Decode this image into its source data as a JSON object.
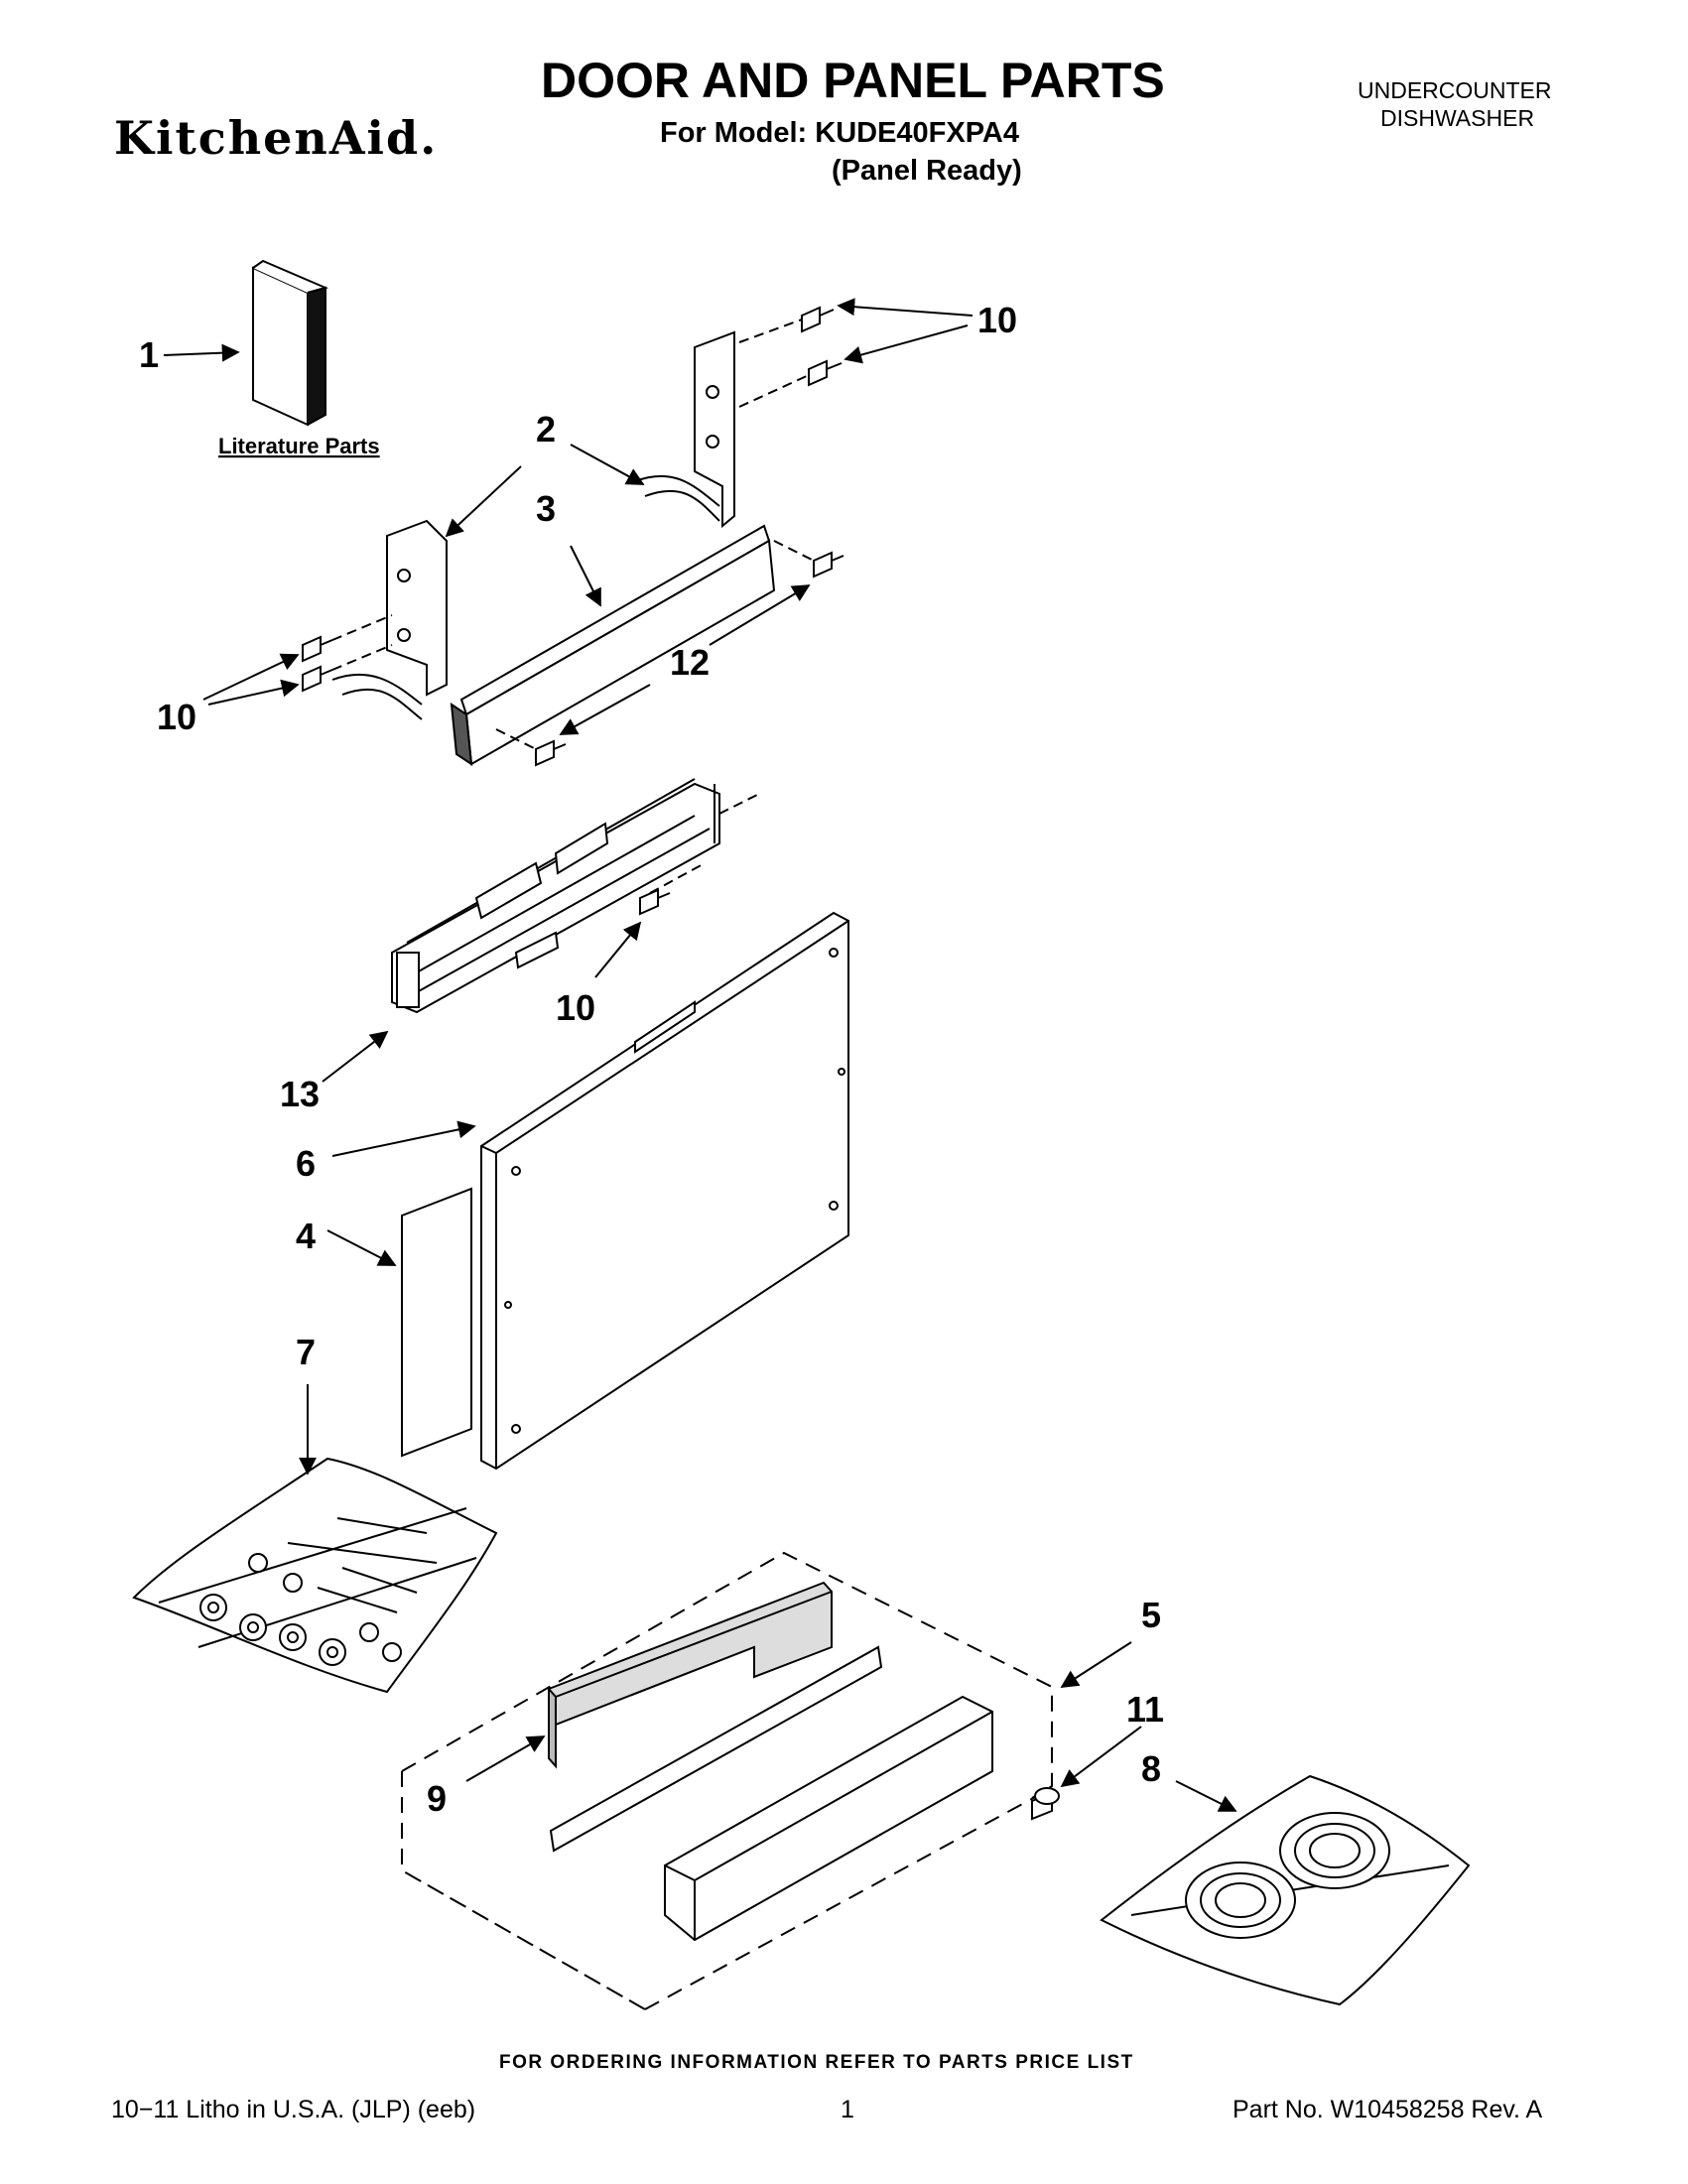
{
  "header": {
    "brand": "KitchenAid.",
    "title": "DOOR AND PANEL PARTS",
    "model_line": "For Model: KUDE40FXPA4",
    "panel_line": "(Panel Ready)",
    "product_line1": "UNDERCOUNTER",
    "product_line2": "DISHWASHER"
  },
  "diagram": {
    "literature_label": "Literature Parts",
    "callouts": {
      "c1": "1",
      "c2": "2",
      "c3": "3",
      "c4": "4",
      "c5": "5",
      "c6": "6",
      "c7": "7",
      "c8": "8",
      "c9": "9",
      "c10a": "10",
      "c10b": "10",
      "c10c": "10",
      "c11": "11",
      "c12": "12",
      "c13": "13"
    }
  },
  "footer": {
    "ordering_note": "FOR ORDERING INFORMATION REFER TO PARTS PRICE LIST",
    "litho": "10−11 Litho in U.S.A. (JLP) (eeb)",
    "page": "1",
    "part_no": "Part No. W10458258 Rev. A"
  }
}
